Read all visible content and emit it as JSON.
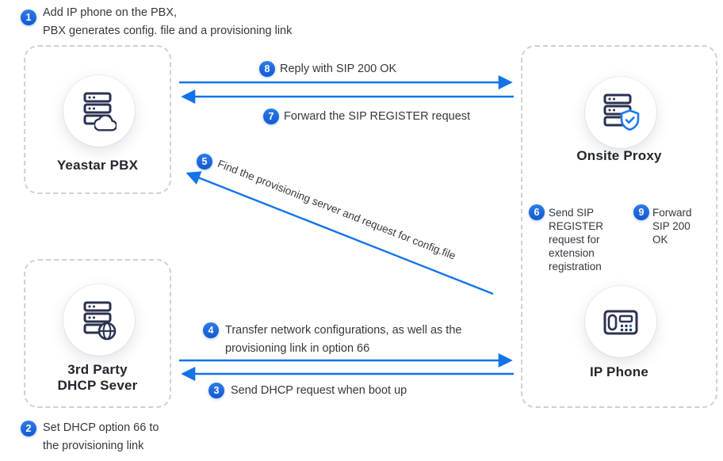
{
  "colors": {
    "arrow_blue": "#1373e8",
    "badge_blue": "#1a66dd",
    "icon_navy": "#2b3150",
    "accent_blue": "#1b79f2",
    "border_gray": "#ccd2da",
    "text_dark": "#33383f"
  },
  "nodes": {
    "pbx": {
      "label": "Yeastar PBX",
      "icon": "server-cloud-icon"
    },
    "proxy": {
      "label": "Onsite Proxy",
      "icon": "server-shield-check-icon"
    },
    "dhcp": {
      "label_line1": "3rd Party",
      "label_line2": "DHCP Sever",
      "icon": "server-globe-icon"
    },
    "phone": {
      "label": "IP Phone",
      "icon": "desk-phone-icon"
    }
  },
  "notes": {
    "step1": {
      "num": "1",
      "line1": "Add IP phone on the PBX,",
      "line2": "PBX generates config. file and a provisioning link"
    },
    "step2": {
      "num": "2",
      "line1": "Set DHCP option 66 to",
      "line2": "the provisioning link"
    }
  },
  "steps": {
    "step3": {
      "num": "3",
      "label": "Send DHCP request when boot up"
    },
    "step4": {
      "num": "4",
      "line1": "Transfer network configurations, as well as the",
      "line2": "provisioning link in option 66"
    },
    "step5": {
      "num": "5",
      "label": "Find the provisioning server and request for config.file"
    },
    "step6": {
      "num": "6",
      "label": "Send SIP REGISTER request for extension registration"
    },
    "step7": {
      "num": "7",
      "label": "Forward the SIP REGISTER request"
    },
    "step8": {
      "num": "8",
      "label": "Reply with SIP 200 OK"
    },
    "step9": {
      "num": "9",
      "label": "Forward SIP 200 OK"
    }
  }
}
